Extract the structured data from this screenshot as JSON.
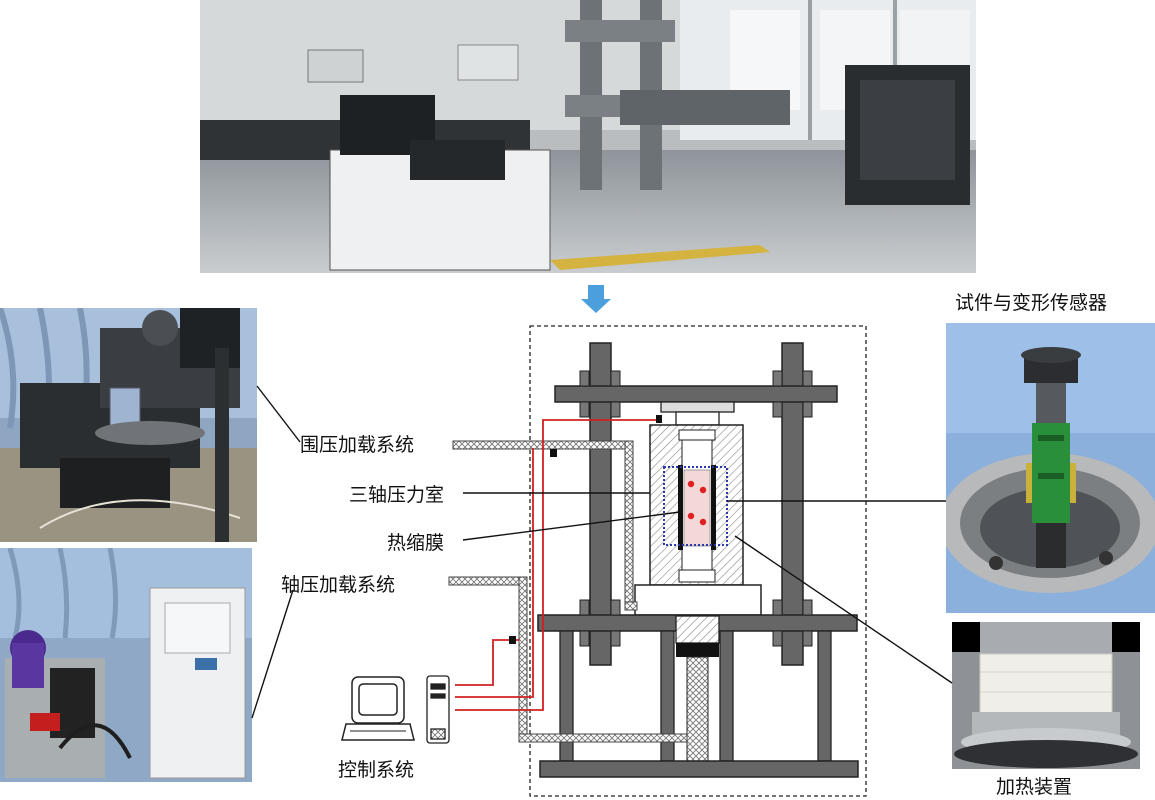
{
  "labels": {
    "confining_load": "围压加载系统",
    "triaxial_chamber": "三轴压力室",
    "shrink_film": "热缩膜",
    "axial_load": "轴压加载系统",
    "control_system": "控制系统",
    "specimen_sensor": "试件与变形传感器",
    "heating_device": "加热装置"
  },
  "colors": {
    "frame_gray": "#666666",
    "wire_red": "#d42020",
    "arrow_blue": "#4a9fdc",
    "marker_blue": "#2a3aa8"
  }
}
